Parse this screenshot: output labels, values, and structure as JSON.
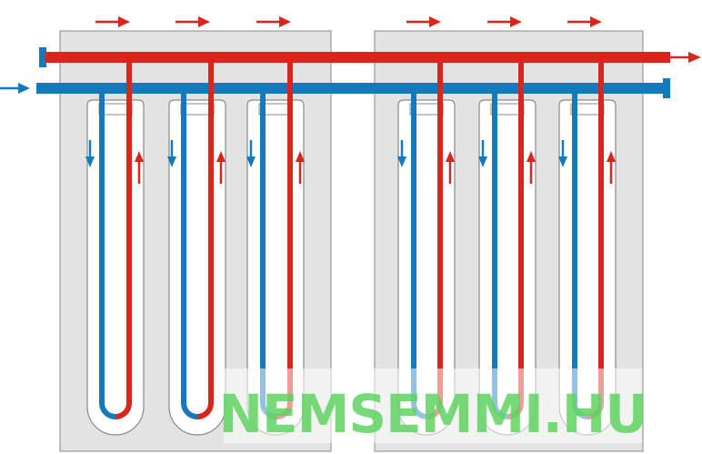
{
  "colors": {
    "hot": "#d9261c",
    "cold": "#1479bd",
    "panel": "#e3e3e3",
    "panel_stroke": "#8a8a8a",
    "tube_fill": "#ffffff",
    "tube_stroke": "#8a8a8a",
    "watermark": "#5fd25f"
  },
  "diagram": {
    "panels": [
      {
        "name": "panel-left",
        "tubes": 3
      },
      {
        "name": "panel-right",
        "tubes": 3
      }
    ],
    "pipes": {
      "hot_header": {
        "color": "hot",
        "flow": "right",
        "outlet_arrow": true
      },
      "cold_header": {
        "color": "cold",
        "flow": "right",
        "inlet_arrow": true
      }
    },
    "tube_flow": {
      "descending": "cold",
      "ascending": "hot"
    },
    "top_flow_arrows": {
      "count": 6,
      "direction": "right",
      "color": "hot"
    }
  },
  "watermark": {
    "text": "NEMSEMMI.HU"
  }
}
